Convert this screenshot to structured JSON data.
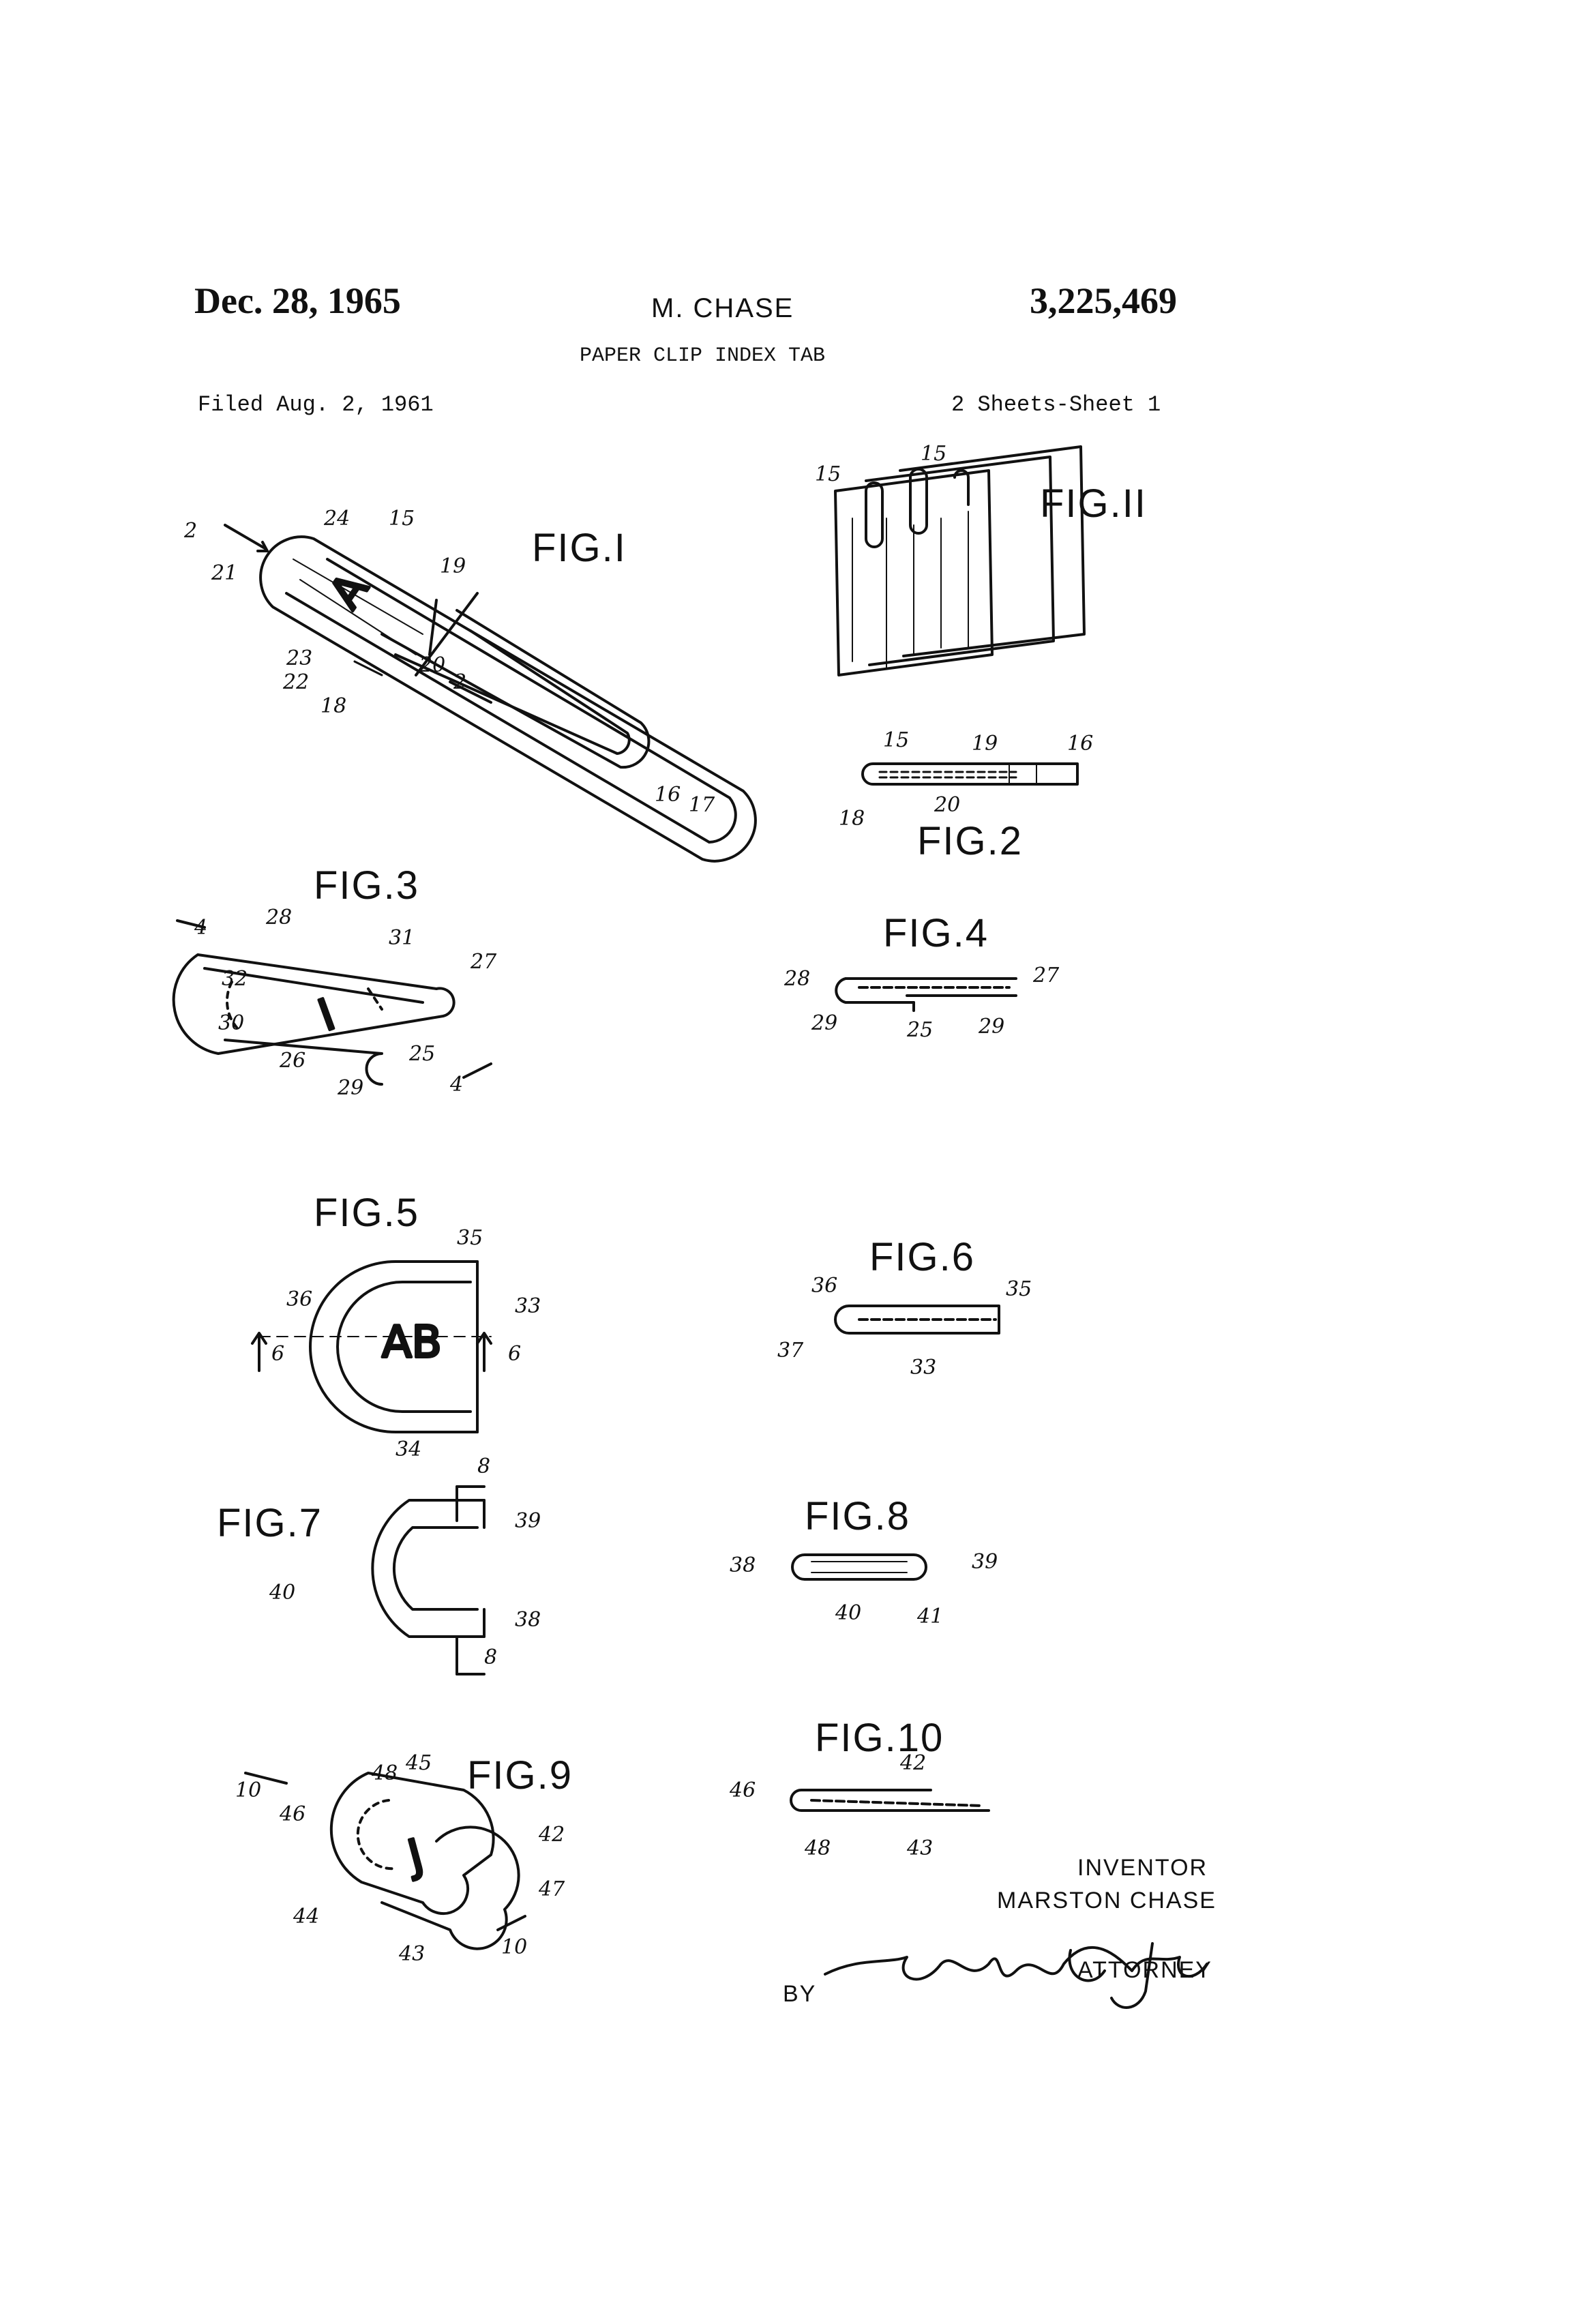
{
  "header": {
    "date": "Dec. 28, 1965",
    "inventor_short": "M. CHASE",
    "patent_number": "3,225,469",
    "title": "PAPER CLIP INDEX TAB",
    "filed": "Filed Aug. 2, 1961",
    "sheets": "2 Sheets-Sheet 1"
  },
  "figures": {
    "fig1": {
      "label": "FIG.I",
      "refs": [
        "2",
        "21",
        "24",
        "15",
        "19",
        "23",
        "22",
        "18",
        "20",
        "2",
        "16",
        "17"
      ],
      "tab_letter": "A"
    },
    "fig2": {
      "label": "FIG.2",
      "refs": [
        "15",
        "19",
        "16",
        "18",
        "20"
      ]
    },
    "fig3": {
      "label": "FIG.3",
      "refs": [
        "4",
        "28",
        "31",
        "27",
        "32",
        "30",
        "26",
        "29",
        "25",
        "4"
      ],
      "tab_letter": "I"
    },
    "fig4": {
      "label": "FIG.4",
      "refs": [
        "28",
        "27",
        "29",
        "25",
        "29"
      ]
    },
    "fig5": {
      "label": "FIG.5",
      "refs": [
        "35",
        "36",
        "33",
        "6",
        "6",
        "34"
      ],
      "tab_text": "AB"
    },
    "fig6": {
      "label": "FIG.6",
      "refs": [
        "36",
        "35",
        "37",
        "33"
      ]
    },
    "fig7": {
      "label": "FIG.7",
      "refs": [
        "8",
        "39",
        "40",
        "38",
        "8"
      ]
    },
    "fig8": {
      "label": "FIG.8",
      "refs": [
        "38",
        "39",
        "40",
        "41"
      ]
    },
    "fig9": {
      "label": "FIG.9",
      "refs": [
        "10",
        "48",
        "45",
        "46",
        "42",
        "47",
        "44",
        "43",
        "10"
      ],
      "tab_letter": "J"
    },
    "fig10": {
      "label": "FIG.10",
      "refs": [
        "46",
        "42",
        "48",
        "43"
      ]
    },
    "fig11": {
      "label": "FIG.II",
      "refs": [
        "15",
        "15"
      ]
    }
  },
  "signature": {
    "inventor_heading": "INVENTOR",
    "inventor_name": "MARSTON CHASE",
    "by": "BY",
    "signature_text": "Milford A. Juten",
    "attorney": "ATTORNEY"
  }
}
